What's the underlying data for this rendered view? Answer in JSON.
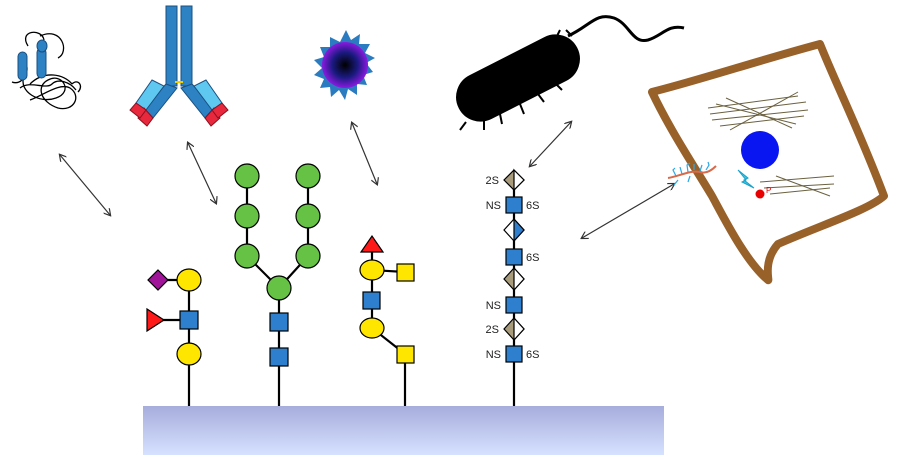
{
  "colors": {
    "background": "#ffffff",
    "surface_top": "#a7addc",
    "surface_bottom": "#d6e1ff",
    "glycan_blue": "#2f7fcf",
    "galactose_yellow": "#ffe600",
    "mannose_green": "#66c245",
    "fucose_red": "#ff1a1a",
    "sialic_purple": "#a0149a",
    "uronic_tan": "#a89c7c",
    "antibody_blue": "#2d82c4",
    "antibody_red": "#e8283c",
    "virus_blue": "#2a7bbf",
    "cell_border": "#98612a",
    "nucleus_blue": "#0a16f2"
  },
  "interactors": [
    {
      "id": "protein",
      "icon": "folded-protein-icon"
    },
    {
      "id": "antibody",
      "icon": "antibody-icon"
    },
    {
      "id": "virus",
      "icon": "virus-icon"
    },
    {
      "id": "bacterium",
      "icon": "bacterium-icon"
    },
    {
      "id": "cell",
      "icon": "mammalian-cell-icon"
    }
  ],
  "heparan_sulfate_labels": {
    "row1_left": "2S",
    "row2_left": "NS",
    "row2_right": "6S",
    "row4_right": "6S",
    "row6_left": "NS",
    "row7_left": "2S",
    "row8_left": "NS",
    "row8_right": "6S"
  },
  "cell_phospho_label": "P"
}
